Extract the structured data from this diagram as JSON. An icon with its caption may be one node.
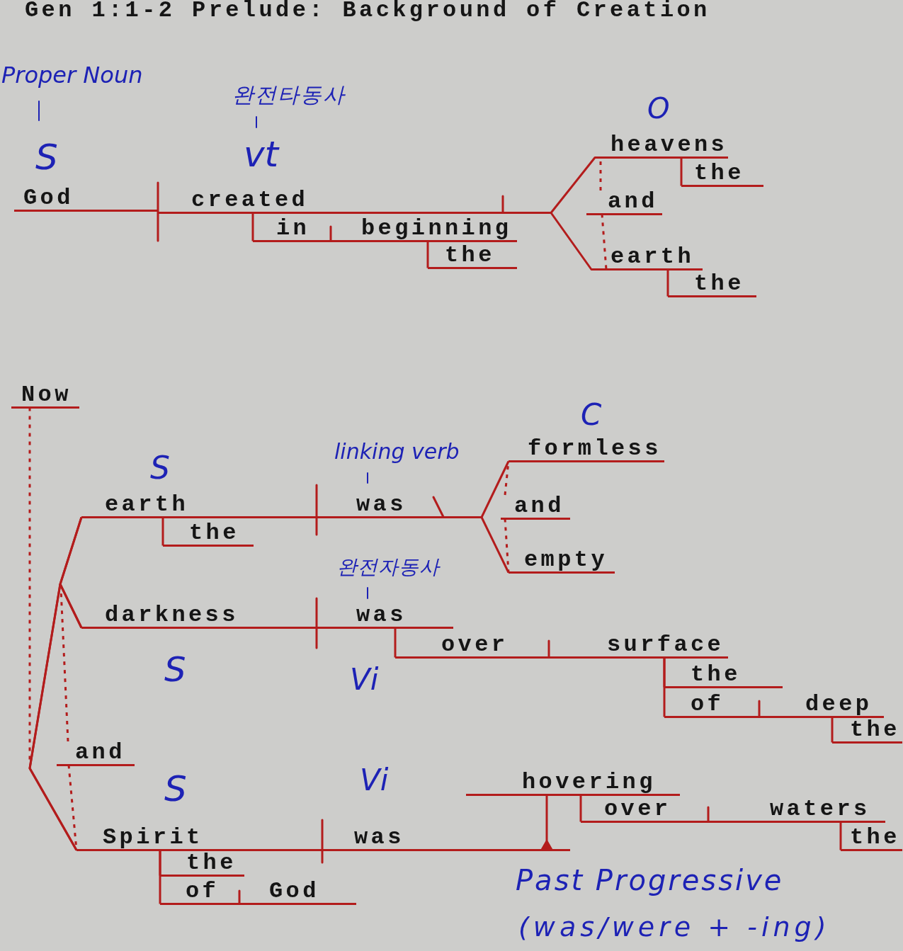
{
  "diagram": {
    "title": "Gen 1:1-2 Prelude: Background of Creation",
    "nodes": [
      {
        "text": [
          "God"
        ]
      },
      {
        "text": [
          "created"
        ]
      },
      {
        "text": [
          "in"
        ]
      },
      {
        "text": [
          "beginning"
        ]
      },
      {
        "text": [
          "the"
        ]
      },
      {
        "text": [
          "heavens"
        ]
      },
      {
        "text": [
          "the"
        ]
      },
      {
        "text": [
          "and"
        ]
      },
      {
        "text": [
          "earth"
        ]
      },
      {
        "text": [
          "the"
        ]
      },
      {
        "text": [
          "Now"
        ]
      },
      {
        "text": [
          "earth"
        ]
      },
      {
        "text": [
          "the"
        ]
      },
      {
        "text": [
          "was"
        ]
      },
      {
        "text": [
          "formless"
        ]
      },
      {
        "text": [
          "and"
        ]
      },
      {
        "text": [
          "empty"
        ]
      },
      {
        "text": [
          "darkness"
        ]
      },
      {
        "text": [
          "was"
        ]
      },
      {
        "text": [
          "over"
        ]
      },
      {
        "text": [
          "surface"
        ]
      },
      {
        "text": [
          "the"
        ]
      },
      {
        "text": [
          "of"
        ]
      },
      {
        "text": [
          "deep"
        ]
      },
      {
        "text": [
          "the"
        ]
      },
      {
        "text": [
          "and"
        ]
      },
      {
        "text": [
          "Spirit"
        ]
      },
      {
        "text": [
          "the"
        ]
      },
      {
        "text": [
          "of"
        ]
      },
      {
        "text": [
          "God"
        ]
      },
      {
        "text": [
          "was"
        ]
      },
      {
        "text": [
          "hovering"
        ]
      },
      {
        "text": [
          "over"
        ]
      },
      {
        "text": [
          "waters"
        ]
      },
      {
        "text": [
          "the"
        ]
      }
    ],
    "edges": [
      {
        "from": 1,
        "to": 5,
        "arrow": "none"
      },
      {
        "from": 1,
        "to": 8,
        "arrow": "none"
      },
      {
        "from": 1,
        "to": 2,
        "arrow": "none"
      },
      {
        "from": 3,
        "to": 4,
        "arrow": "none"
      },
      {
        "from": 5,
        "to": 6,
        "arrow": "none"
      },
      {
        "from": 8,
        "to": 9,
        "arrow": "none"
      },
      {
        "from": 7,
        "to": 5,
        "arrow": "none",
        "style": "dashed"
      },
      {
        "from": 7,
        "to": 8,
        "arrow": "none",
        "style": "dashed"
      },
      {
        "from": 11,
        "to": 12,
        "arrow": "none"
      },
      {
        "from": 13,
        "to": 14,
        "arrow": "none"
      },
      {
        "from": 13,
        "to": 16,
        "arrow": "none"
      },
      {
        "from": 15,
        "to": 14,
        "arrow": "none",
        "style": "dashed"
      },
      {
        "from": 15,
        "to": 16,
        "arrow": "none",
        "style": "dashed"
      },
      {
        "from": 11,
        "to": 17,
        "arrow": "none"
      },
      {
        "from": 11,
        "to": 26,
        "arrow": "none"
      },
      {
        "from": 17,
        "to": 26,
        "arrow": "none"
      },
      {
        "from": 10,
        "to": null,
        "arrow": "none",
        "style": "dashed"
      },
      {
        "from": 18,
        "to": 19,
        "arrow": "none"
      },
      {
        "from": 20,
        "to": 21,
        "arrow": "none"
      },
      {
        "from": 20,
        "to": 22,
        "arrow": "none"
      },
      {
        "from": 23,
        "to": 24,
        "arrow": "none"
      },
      {
        "from": 25,
        "to": null,
        "arrow": "none",
        "style": "dashed"
      },
      {
        "from": 25,
        "to": 26,
        "arrow": "none",
        "style": "dashed"
      },
      {
        "from": 26,
        "to": 27,
        "arrow": "none"
      },
      {
        "from": 26,
        "to": 28,
        "arrow": "none"
      },
      {
        "from": 31,
        "to": 30,
        "arrow": "other"
      },
      {
        "from": 31,
        "to": 32,
        "arrow": "none"
      },
      {
        "from": 33,
        "to": 34,
        "arrow": "none"
      }
    ],
    "labels": [
      "Proper Noun",
      "완전타동사",
      "O",
      "S",
      "vt",
      "C",
      "linking verb",
      "S",
      "완전자동사",
      "S",
      "Vi",
      "S",
      "Vi",
      "Past Progressive",
      "(was/were + -ing)"
    ]
  }
}
